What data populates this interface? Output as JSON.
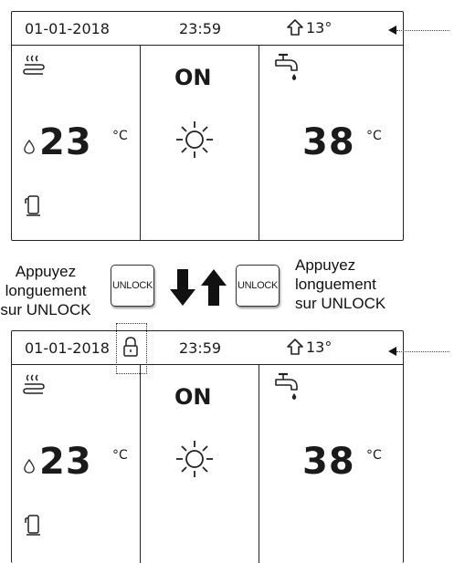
{
  "screens": [
    {
      "date": "01-01-2018",
      "time": "23:59",
      "outdoor_temp": "13°",
      "zone_temp": "23",
      "zone_unit": "°C",
      "mode_status": "ON",
      "dhw_temp": "38",
      "dhw_unit": "°C",
      "locked": false
    },
    {
      "date": "01-01-2018",
      "time": "23:59",
      "outdoor_temp": "13°",
      "zone_temp": "23",
      "zone_unit": "°C",
      "mode_status": "ON",
      "dhw_temp": "38",
      "dhw_unit": "°C",
      "locked": true
    }
  ],
  "instructions": {
    "left": [
      "Appuyez",
      "longuement",
      "sur UNLOCK"
    ],
    "right": [
      "Appuyez",
      "longuement",
      "sur UNLOCK"
    ]
  },
  "buttons": {
    "unlock_left": "UNLOCK",
    "unlock_right": "UNLOCK"
  },
  "icons": {
    "heating": "heating-waves-icon",
    "water_drop": "drop-icon",
    "compressor": "compressor-icon",
    "sun": "sun-icon",
    "tap": "water-tap-icon",
    "home": "house-icon",
    "lock": "padlock-icon"
  }
}
